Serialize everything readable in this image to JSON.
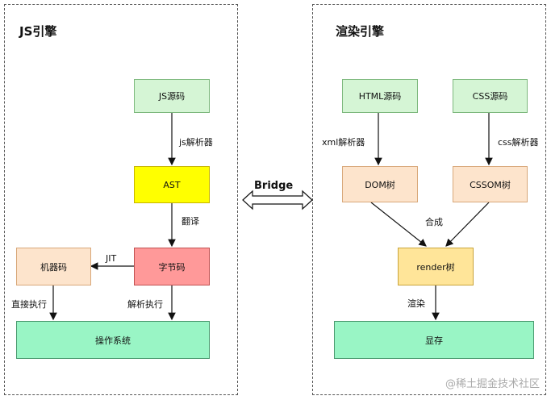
{
  "left_panel": {
    "title": "JS引擎",
    "source": "JS源码",
    "ast": "AST",
    "bytecode": "字节码",
    "machine_code": "机器码",
    "os": "操作系统",
    "labels": {
      "js_parser": "js解析器",
      "translate": "翻译",
      "jit": "JIT",
      "direct_exec": "直接执行",
      "parse_exec": "解析执行"
    }
  },
  "bridge": {
    "label": "Bridge"
  },
  "right_panel": {
    "title": "渲染引擎",
    "html_source": "HTML源码",
    "css_source": "CSS源码",
    "dom_tree": "DOM树",
    "cssom_tree": "CSSOM树",
    "render_tree": "render树",
    "display": "显存",
    "labels": {
      "xml_parser": "xml解析器",
      "css_parser": "css解析器",
      "merge": "合成",
      "render": "渲染"
    }
  },
  "watermark": "@稀土掘金技术社区",
  "colors": {
    "green": "#d5f5d5",
    "yellow": "#ffff00",
    "orange": "#fde4cc",
    "red": "#ff9999",
    "teal": "#99f5c5",
    "gold": "#ffe599"
  }
}
